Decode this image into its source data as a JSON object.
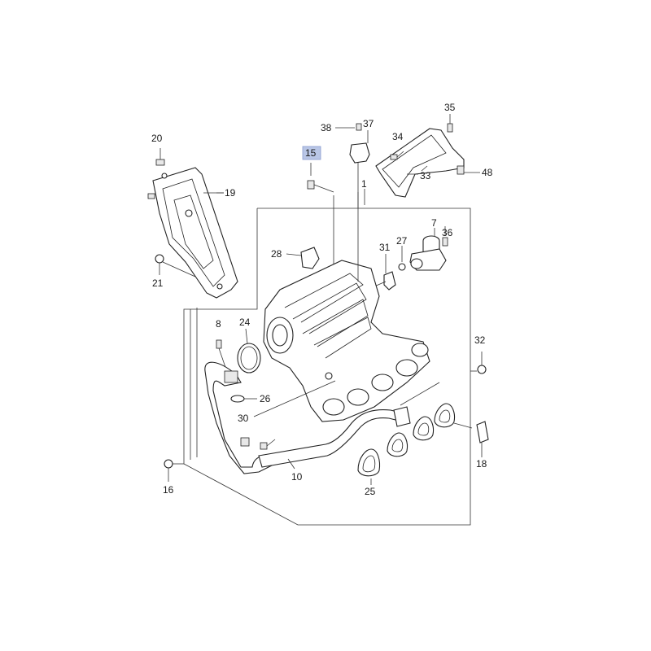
{
  "diagram": {
    "highlight_color": "#b9c6e6",
    "highlighted_label": "15",
    "labels": [
      "1",
      "7",
      "8",
      "10",
      "15",
      "16",
      "18",
      "19",
      "20",
      "21",
      "24",
      "25",
      "26",
      "27",
      "28",
      "30",
      "31",
      "32",
      "33",
      "34",
      "35",
      "36",
      "37",
      "38",
      "48"
    ]
  }
}
